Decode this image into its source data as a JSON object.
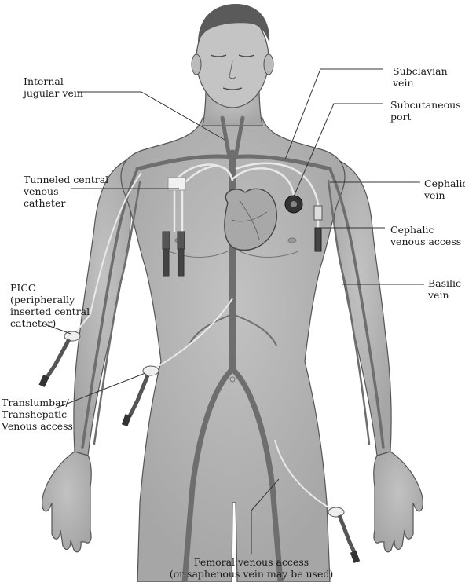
{
  "labels": {
    "internal_jugular": [
      "Internal",
      "jugular vein"
    ],
    "subclavian": [
      "Subclavian",
      "vein"
    ],
    "subcutaneous_port": [
      "Subcutaneous",
      "port"
    ],
    "tunneled_cvc": [
      "Tunneled central",
      "venous",
      "catheter"
    ],
    "cephalic_vein": [
      "Cephalic",
      "vein"
    ],
    "cephalic_access": [
      "Cephalic",
      "venous access"
    ],
    "basilic": [
      "Basilic",
      "vein"
    ],
    "picc": [
      "PICC",
      "(peripherally",
      "inserted central",
      "catheter)"
    ],
    "translumbar": [
      "Translumbar/",
      "Transhepatic",
      "Venous access"
    ],
    "femoral": [
      "Femoral venous access",
      "(or saphenous vein may be used)"
    ]
  },
  "colors": {
    "skin": "#b4b4b4",
    "skin_dark": "#8e8e8e",
    "vein": "#6e6e6e",
    "hair": "#5a5a5a",
    "outline": "#555555",
    "catheter": "#e9e9e9",
    "heart": "#a8a8a8",
    "leader": "#333333"
  }
}
